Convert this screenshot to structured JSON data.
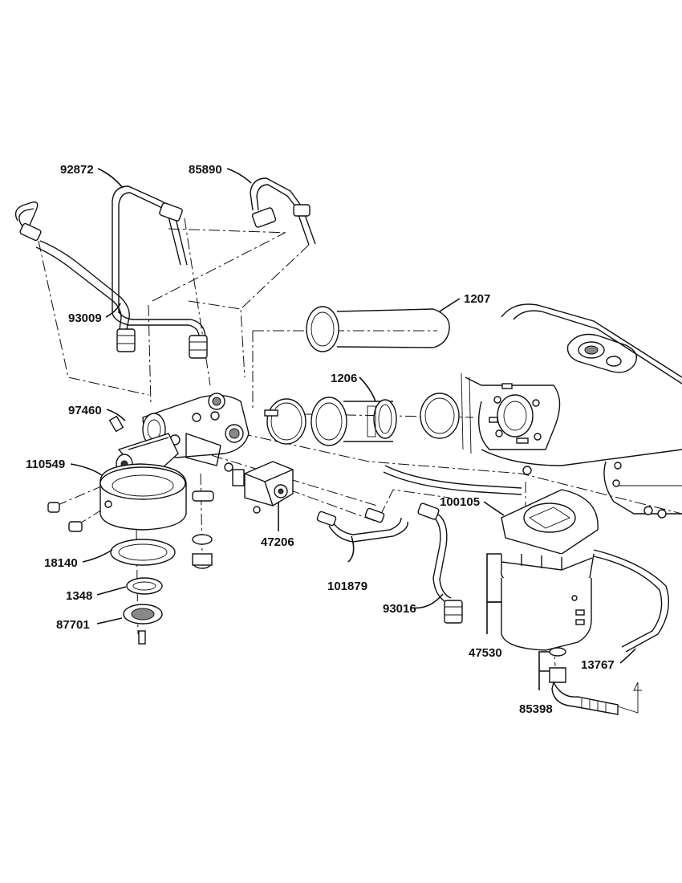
{
  "diagram": {
    "parts": [
      {
        "id": "p92872",
        "number": "92872"
      },
      {
        "id": "p85890",
        "number": "85890"
      },
      {
        "id": "p93009",
        "number": "93009"
      },
      {
        "id": "p1207",
        "number": "1207"
      },
      {
        "id": "p1206",
        "number": "1206"
      },
      {
        "id": "p97460",
        "number": "97460"
      },
      {
        "id": "p110549",
        "number": "110549"
      },
      {
        "id": "p100105",
        "number": "100105"
      },
      {
        "id": "p47206",
        "number": "47206"
      },
      {
        "id": "p18140",
        "number": "18140"
      },
      {
        "id": "p101879",
        "number": "101879"
      },
      {
        "id": "p1348",
        "number": "1348"
      },
      {
        "id": "p93016",
        "number": "93016"
      },
      {
        "id": "p47530",
        "number": "47530"
      },
      {
        "id": "p87701",
        "number": "87701"
      },
      {
        "id": "p13767",
        "number": "13767"
      },
      {
        "id": "p85398",
        "number": "85398"
      }
    ]
  }
}
